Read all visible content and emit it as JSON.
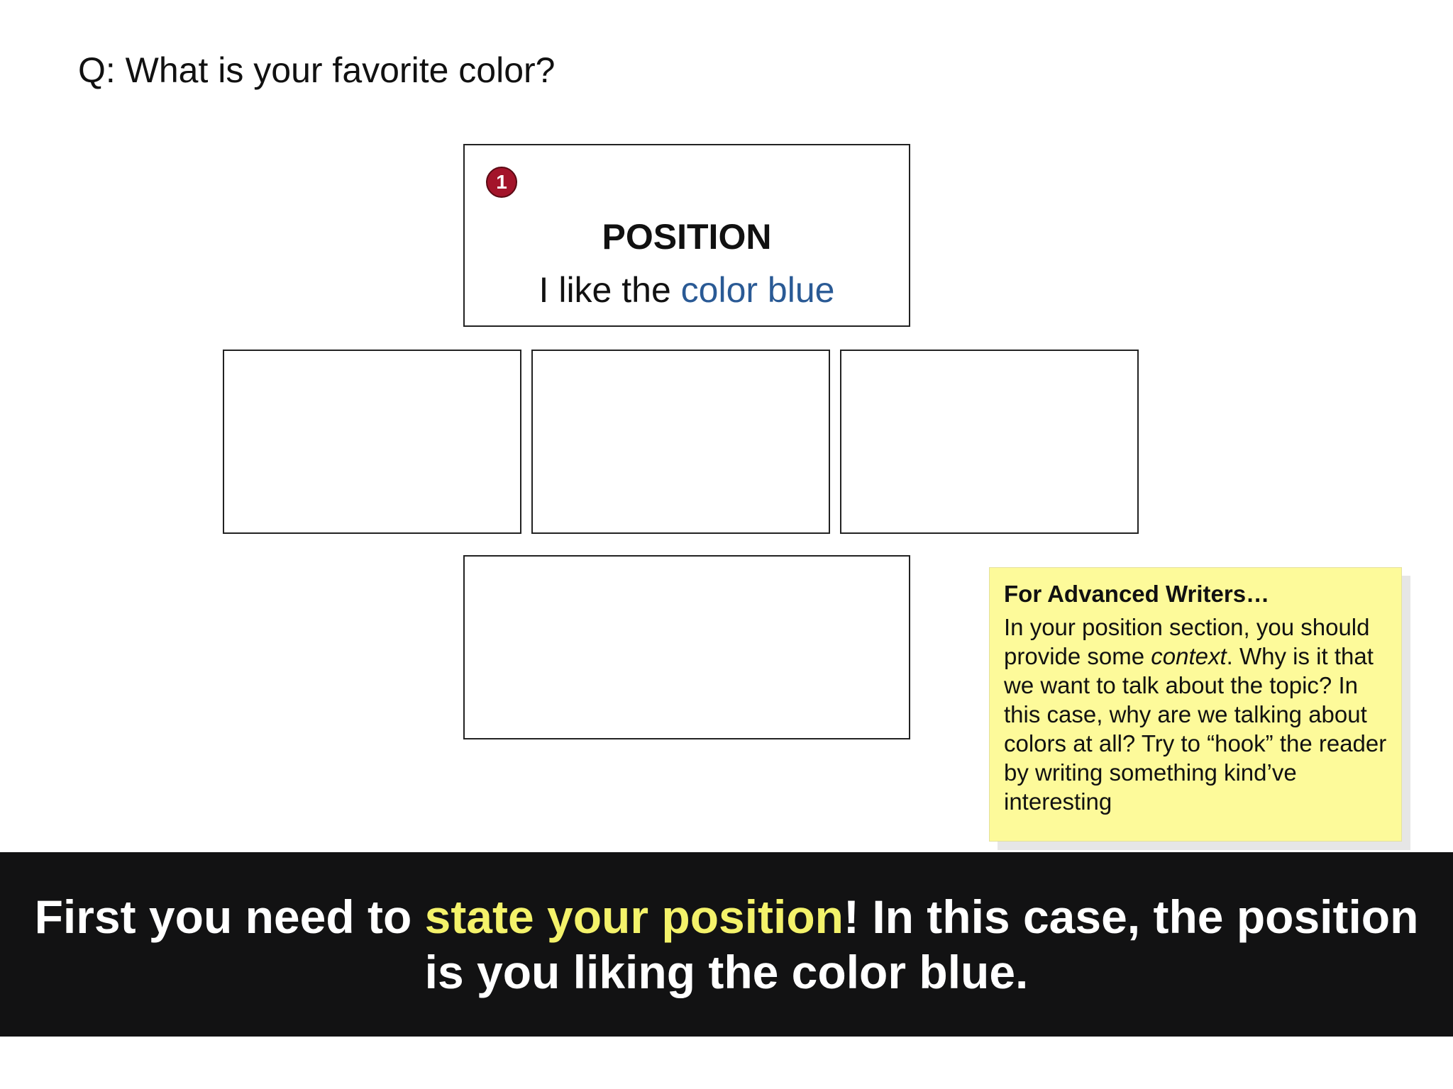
{
  "question": "Q: What is your favorite color?",
  "position_box": {
    "badge": "1",
    "title": "POSITION",
    "text_prefix": "I like the ",
    "text_accent": "color blue"
  },
  "note": {
    "title": "For Advanced Writers…",
    "line1a": "In your position section, you should provide some ",
    "line1_em": "context",
    "line1b": ".  Why is it that we want to talk about the topic?  In this case, why are we talking about colors at all? Try to “hook” the reader by writing something kind’ve interesting"
  },
  "caption": {
    "part1": "First you need to ",
    "highlight": "state your position",
    "part2": "! In this case, the position is you liking the color blue."
  },
  "colors": {
    "badge": "#a3142a",
    "accent_blue": "#2a5a95",
    "note_bg": "#fdfa9a",
    "caption_bg": "#121213",
    "caption_highlight": "#f4f26a"
  }
}
